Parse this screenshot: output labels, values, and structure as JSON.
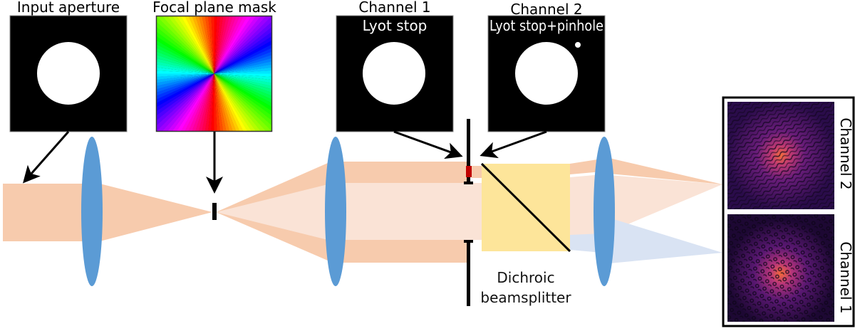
{
  "title": "Vortex coronagraph with dichroic two-channel Lyot stop setup",
  "labels": {
    "input_aperture": "Input aperture",
    "focal_plane_mask": "Focal plane mask",
    "channel1_title": "Channel 1",
    "channel1_sub": "Lyot stop",
    "channel2_title": "Channel 2",
    "channel2_sub": "Lyot stop+pinhole",
    "dichroic_line1": "Dichroic",
    "dichroic_line2": "beamsplitter",
    "psf_channel2": "Channel 2",
    "psf_channel1": "Channel 1"
  },
  "colors": {
    "beam_dark": "#f7cbad",
    "beam_light": "#fae3d6",
    "beam_blue": "#d9e3f3",
    "lens": "#5b9bd5",
    "beamsplitter": "#fde59a",
    "pinhole_red": "#c00000",
    "stop": "#000000"
  },
  "components": [
    {
      "name": "input-aperture",
      "type": "pupil",
      "pinhole": false
    },
    {
      "name": "lens-1",
      "type": "lens"
    },
    {
      "name": "focal-plane-mask",
      "type": "vortex-phase-mask"
    },
    {
      "name": "lens-2",
      "type": "lens"
    },
    {
      "name": "lyot-stop",
      "type": "stop"
    },
    {
      "name": "dichroic-beamsplitter",
      "type": "beamsplitter"
    },
    {
      "name": "lens-3",
      "type": "lens"
    },
    {
      "name": "detector-images",
      "type": "psf-images",
      "channels": [
        "Channel 2",
        "Channel 1"
      ]
    }
  ]
}
